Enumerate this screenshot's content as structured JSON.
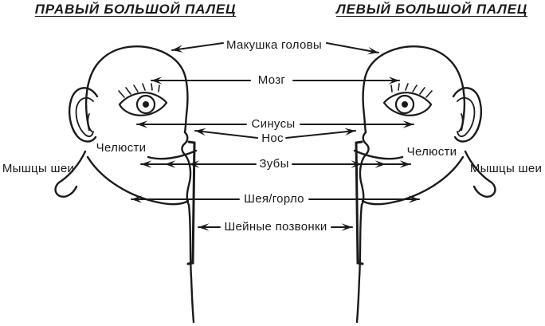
{
  "diagram": {
    "title_left": "ПРАВЫЙ БОЛЬШОЙ ПАЛЕЦ",
    "title_right": "ЛЕВЫЙ БОЛЬШОЙ ПАЛЕЦ",
    "center_labels": {
      "crown": "Макушка головы",
      "brain": "Мозг",
      "sinuses": "Синусы",
      "nose": "Нос",
      "teeth": "Зубы",
      "neck_throat": "Шея/горло",
      "cervical_vertebrae": "Шейные позвонки"
    },
    "left_figure": {
      "jaws": "Челюсти",
      "neck_muscles": "Мышцы шеи"
    },
    "right_figure": {
      "jaws": "Челюсти",
      "neck_muscles": "Мышцы шеи"
    },
    "colors": {
      "ink": "#1a1a1a",
      "background": "#ffffff"
    }
  }
}
